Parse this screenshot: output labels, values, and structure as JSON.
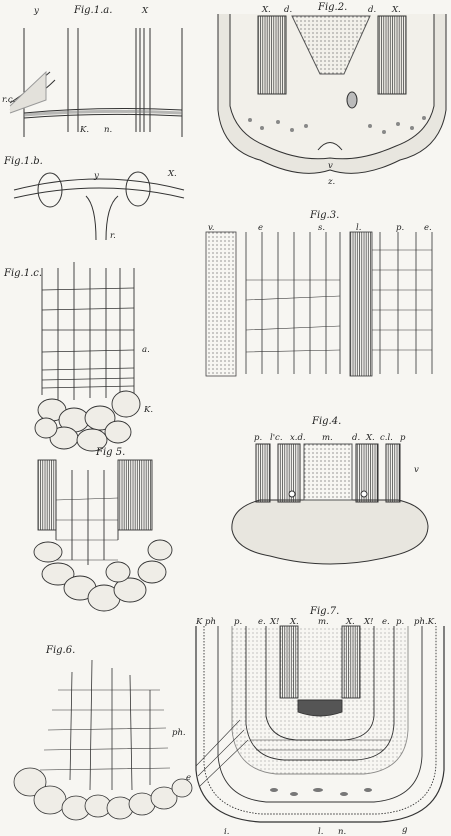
{
  "figures": {
    "fig1a": {
      "title": "Fig.1.a.",
      "labels": {
        "y": "y",
        "x": "X",
        "rc": "r.c.",
        "k": "K.",
        "n": "n."
      }
    },
    "fig1b": {
      "title": "Fig.1.b.",
      "labels": {
        "y": "y",
        "x": "X.",
        "r": "r."
      }
    },
    "fig1c": {
      "title": "Fig.1.c.",
      "labels": {
        "a": "a.",
        "k": "K."
      }
    },
    "fig5": {
      "title": "Fig 5."
    },
    "fig6": {
      "title": "Fig.6.",
      "labels": {
        "ph": "ph."
      }
    },
    "fig2": {
      "title": "Fig.2.",
      "labels": {
        "x1": "X.",
        "d1": "d.",
        "d2": "d.",
        "x2": "X.",
        "v": "v",
        "z": "z."
      }
    },
    "fig3": {
      "title": "Fig.3.",
      "labels": {
        "v": "v.",
        "e1": "e",
        "s": "s.",
        "l": "l.",
        "p": "p.",
        "e2": "e."
      }
    },
    "fig4": {
      "title": "Fig.4.",
      "labels": {
        "p1": "p.",
        "lc": "l'c.",
        "xd": "x.d.",
        "m": "m.",
        "d": "d.",
        "x": "X.",
        "cl": "c.l.",
        "p2": "p",
        "v": "v"
      }
    },
    "fig7": {
      "title": "Fig.7.",
      "labels": {
        "kph": "K ph",
        "p1": "p.",
        "e1": "e.",
        "x1p": "X!",
        "x1": "X.",
        "m": "m.",
        "x2": "X.",
        "x2p": "X!",
        "e2": "e.",
        "p2": "p.",
        "phk": "ph.K.",
        "e3": "e",
        "i": "i.",
        "l": "l.",
        "n": "n.",
        "g": "g"
      }
    }
  }
}
